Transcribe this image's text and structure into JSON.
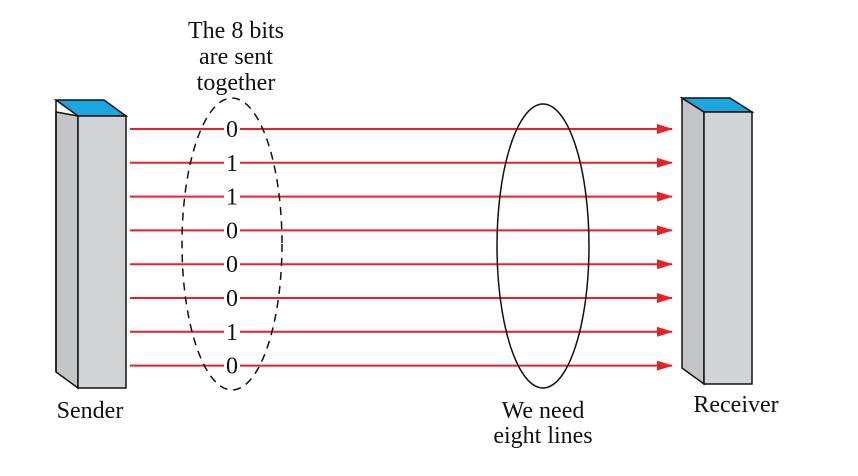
{
  "caption": {
    "lines": [
      "The 8 bits",
      "are sent",
      "together"
    ]
  },
  "sender": {
    "label": "Sender"
  },
  "receiver": {
    "label": "Receiver"
  },
  "bits": [
    "0",
    "1",
    "1",
    "0",
    "0",
    "0",
    "1",
    "0"
  ],
  "lines_note": {
    "lines": [
      "We need",
      "eight lines"
    ]
  },
  "colors": {
    "wire": "#e8202a",
    "device_front": "#d2d3d5",
    "device_side": "#c4c5c7",
    "device_top": "#1ba6e0",
    "outline": "#111111"
  }
}
